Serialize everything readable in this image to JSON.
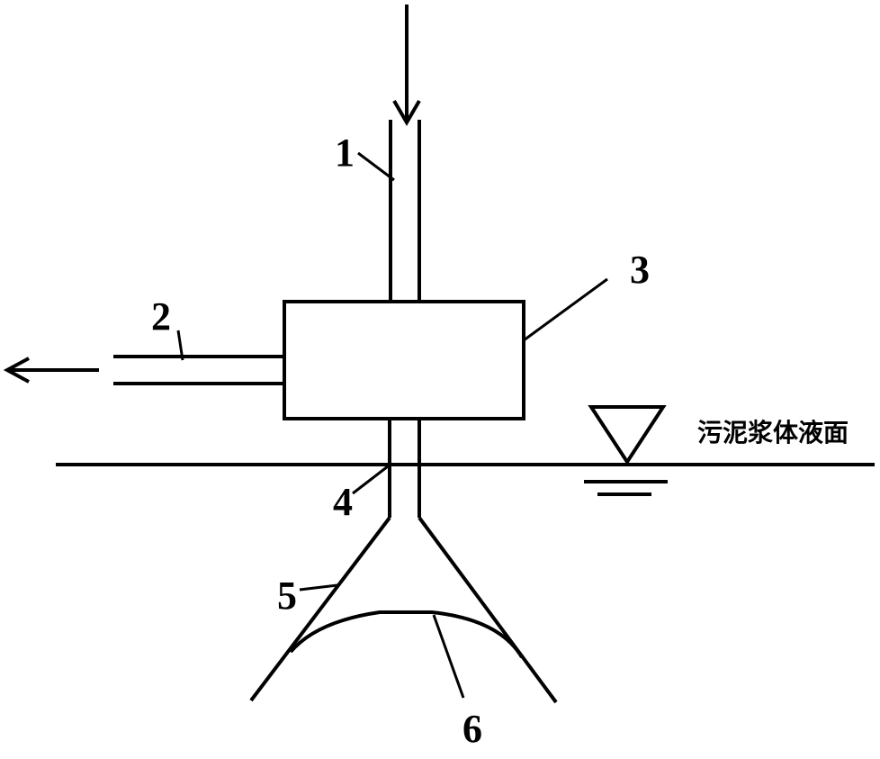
{
  "diagram": {
    "colors": {
      "line": "#000000",
      "background": "#ffffff"
    },
    "labels": {
      "part_1": "1",
      "part_2": "2",
      "part_3": "3",
      "part_4": "4",
      "part_5": "5",
      "part_6": "6"
    },
    "surface_label": "污泥浆体液面"
  }
}
